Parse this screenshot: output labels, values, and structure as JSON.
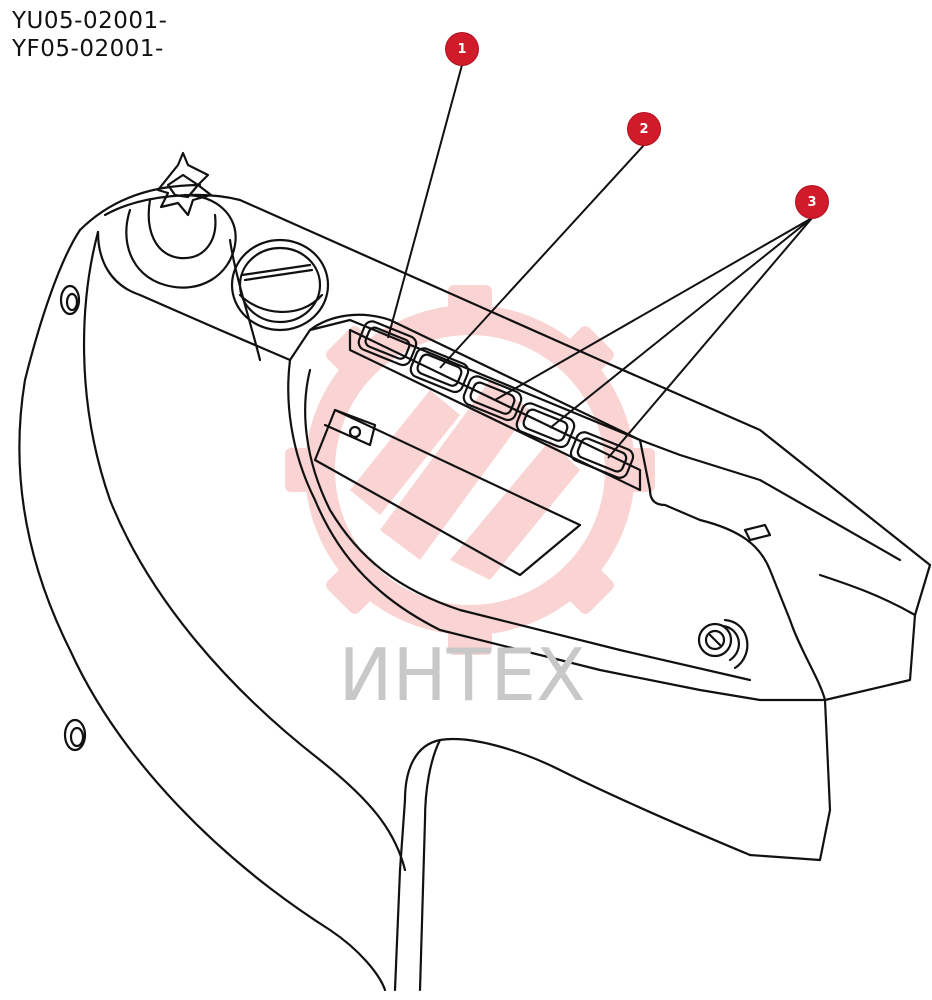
{
  "serial_numbers": [
    "YU05-02001-",
    "YF05-02001-"
  ],
  "callouts": [
    {
      "id": "1"
    },
    {
      "id": "2"
    },
    {
      "id": "3"
    }
  ],
  "watermark": {
    "text": "ИНТЕХ",
    "color": "#f4a0a0"
  },
  "colors": {
    "callout": "#d11a2a",
    "line": "#111111"
  }
}
